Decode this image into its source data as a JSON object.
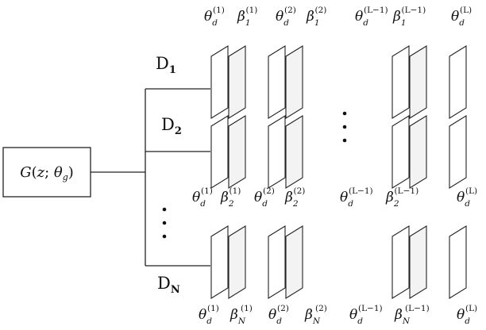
{
  "generator": {
    "label": "G(z; θ_g)",
    "parts": {
      "g": "G",
      "open": "(",
      "z": "z",
      "sep": "; ",
      "theta": "θ",
      "theta_sub": "g",
      "close": ")"
    }
  },
  "discriminators": [
    {
      "base": "D",
      "sub": "1"
    },
    {
      "base": "D",
      "sub": "2"
    },
    {
      "base": "D",
      "sub": "N"
    }
  ],
  "ellipsis_vertical": "⋮",
  "layer_labels": {
    "row1": [
      {
        "base": "θ",
        "sub": "d",
        "sup": "(1)"
      },
      {
        "base": "β",
        "sub": "1",
        "sup": "(1)"
      },
      {
        "base": "θ",
        "sub": "d",
        "sup": "(2)"
      },
      {
        "base": "β",
        "sub": "1",
        "sup": "(2)"
      },
      {
        "base": "θ",
        "sub": "d",
        "sup": "(L−1)"
      },
      {
        "base": "β",
        "sub": "1",
        "sup": "(L−1)"
      },
      {
        "base": "θ",
        "sub": "d",
        "sup": "(L)"
      }
    ],
    "row2": [
      {
        "base": "θ",
        "sub": "d",
        "sup": "(1)"
      },
      {
        "base": "β",
        "sub": "2",
        "sup": "(1)"
      },
      {
        "base": "θ",
        "sub": "d",
        "sup": "(2)"
      },
      {
        "base": "β",
        "sub": "2",
        "sup": "(2)"
      },
      {
        "base": "θ",
        "sub": "d",
        "sup": "(L−1)"
      },
      {
        "base": "β",
        "sub": "2",
        "sup": "(L−1)"
      },
      {
        "base": "θ",
        "sub": "d",
        "sup": "(L)"
      }
    ],
    "rowN": [
      {
        "base": "θ",
        "sub": "d",
        "sup": "(1)"
      },
      {
        "base": "β",
        "sub": "N",
        "sup": "(1)"
      },
      {
        "base": "θ",
        "sub": "d",
        "sup": "(2)"
      },
      {
        "base": "β",
        "sub": "N",
        "sup": "(2)"
      },
      {
        "base": "θ",
        "sub": "d",
        "sup": "(L−1)"
      },
      {
        "base": "β",
        "sub": "N",
        "sup": "(L−1)"
      },
      {
        "base": "θ",
        "sub": "d",
        "sup": "(L)"
      }
    ]
  }
}
